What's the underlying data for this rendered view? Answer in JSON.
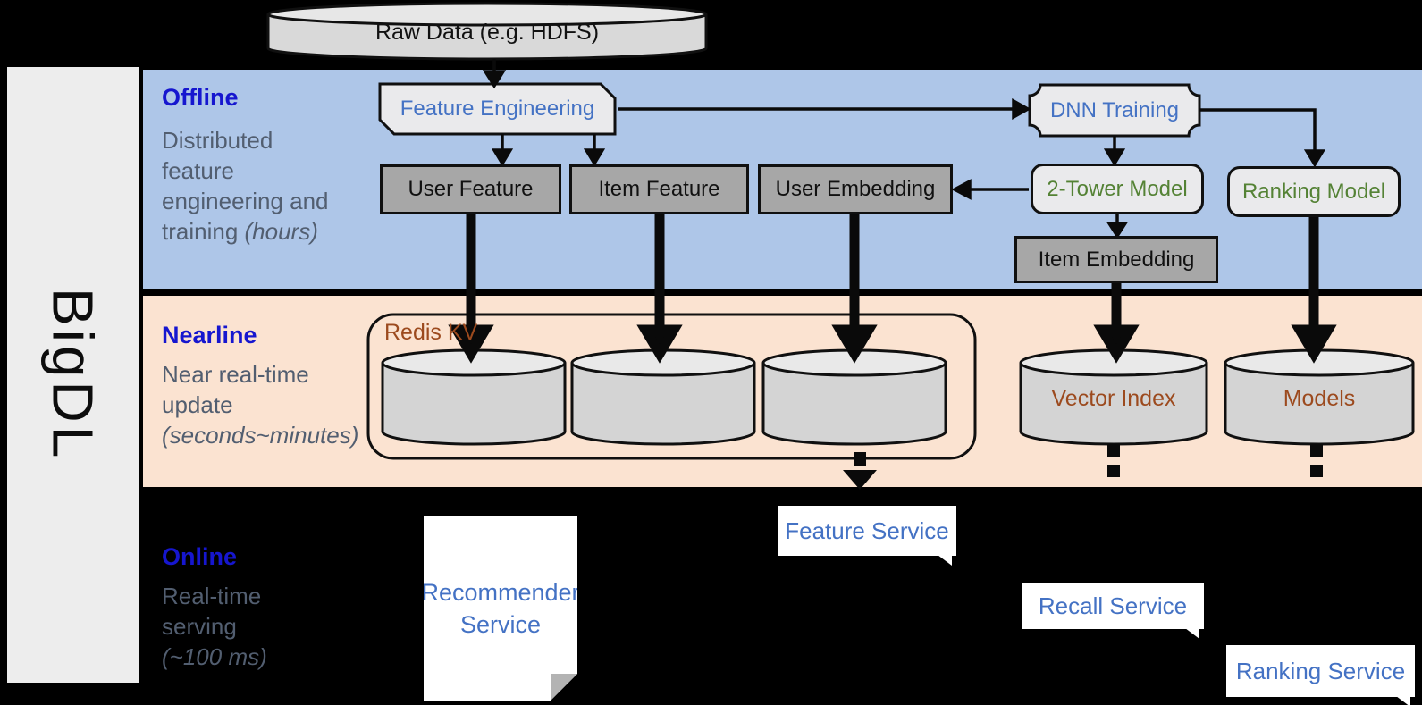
{
  "colors": {
    "background": "#000000",
    "offline_band": "#aec6e8",
    "nearline_band": "#fbe3d1",
    "section_title_blue": "#1616cf",
    "node_text_blue": "#4472c4",
    "node_text_green": "#548235",
    "storage_text_brown": "#9c4a1e",
    "side_text_gray": "#525e70",
    "dark_box_fill": "#a7a7a7",
    "light_box_fill": "#eaeaec",
    "cylinder_fill": "#d4d4d4"
  },
  "sidebar": {
    "brand": "BigDL"
  },
  "raw_data": {
    "label": "Raw Data (e.g. HDFS)"
  },
  "sections": {
    "offline": {
      "title": "Offline",
      "line1": "Distributed",
      "line2": "feature",
      "line3": "engineering and",
      "line4_prefix": "training ",
      "line4_italic": "(hours)"
    },
    "nearline": {
      "title": "Nearline",
      "line1": "Near real-time",
      "line2": "update",
      "line3_italic": "(seconds~minutes)"
    },
    "online": {
      "title": "Online",
      "line1": "Real-time",
      "line2": "serving",
      "line3_italic": "(~100 ms)"
    }
  },
  "nodes": {
    "feature_engineering": "Feature Engineering",
    "dnn_training": "DNN Training",
    "user_feature": "User Feature",
    "item_feature": "Item Feature",
    "user_embedding": "User Embedding",
    "two_tower_model": "2-Tower Model",
    "ranking_model": "Ranking Model",
    "item_embedding": "Item Embedding",
    "redis_kv": "Redis KV",
    "vector_index": "Vector Index",
    "models": "Models",
    "recommender_service": "Recommender\nService",
    "feature_service": "Feature Service",
    "recall_service": "Recall Service",
    "ranking_service": "Ranking Service"
  }
}
